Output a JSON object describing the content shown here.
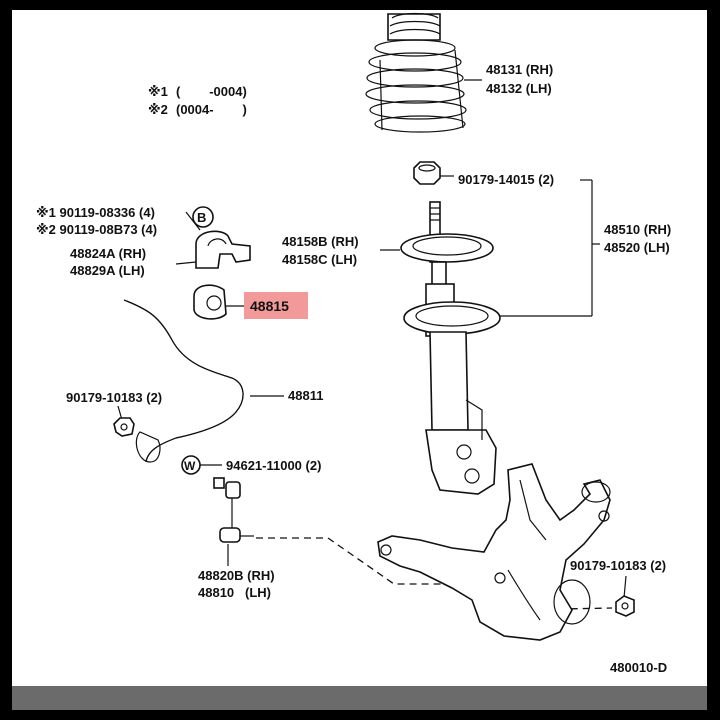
{
  "notes": {
    "note1_mark": "※1",
    "note1_text": "(        -0004)",
    "note2_mark": "※2",
    "note2_text": "(0004-        )"
  },
  "parts": {
    "spring_rh": "48131 (RH)",
    "spring_lh": "48132 (LH)",
    "nut_top": "90179-14015 (2)",
    "strut_rh": "48510 (RH)",
    "strut_lh": "48520 (LH)",
    "seat_rh": "48158B (RH)",
    "seat_lh": "48158C (LH)",
    "bolt1": "※1 90119-08336 (4)",
    "bolt2": "※2 90119-08B73 (4)",
    "callout_b": "B",
    "bracket_rh": "48824A (RH)",
    "bracket_lh": "48829A (LH)",
    "bushing": "48815",
    "nut_left": "90179-10183 (2)",
    "stabilizer_bar": "48811",
    "callout_w": "W",
    "washer": "94621-11000 (2)",
    "link_rh": "48820B (RH)",
    "link_lh": "48810   (LH)",
    "nut_right": "90179-10183 (2)",
    "diagram_id": "480010-D"
  },
  "colors": {
    "highlight": "#f29a9a",
    "background": "#ffffff",
    "border": "#000000",
    "footer": "#6b6b6b"
  }
}
